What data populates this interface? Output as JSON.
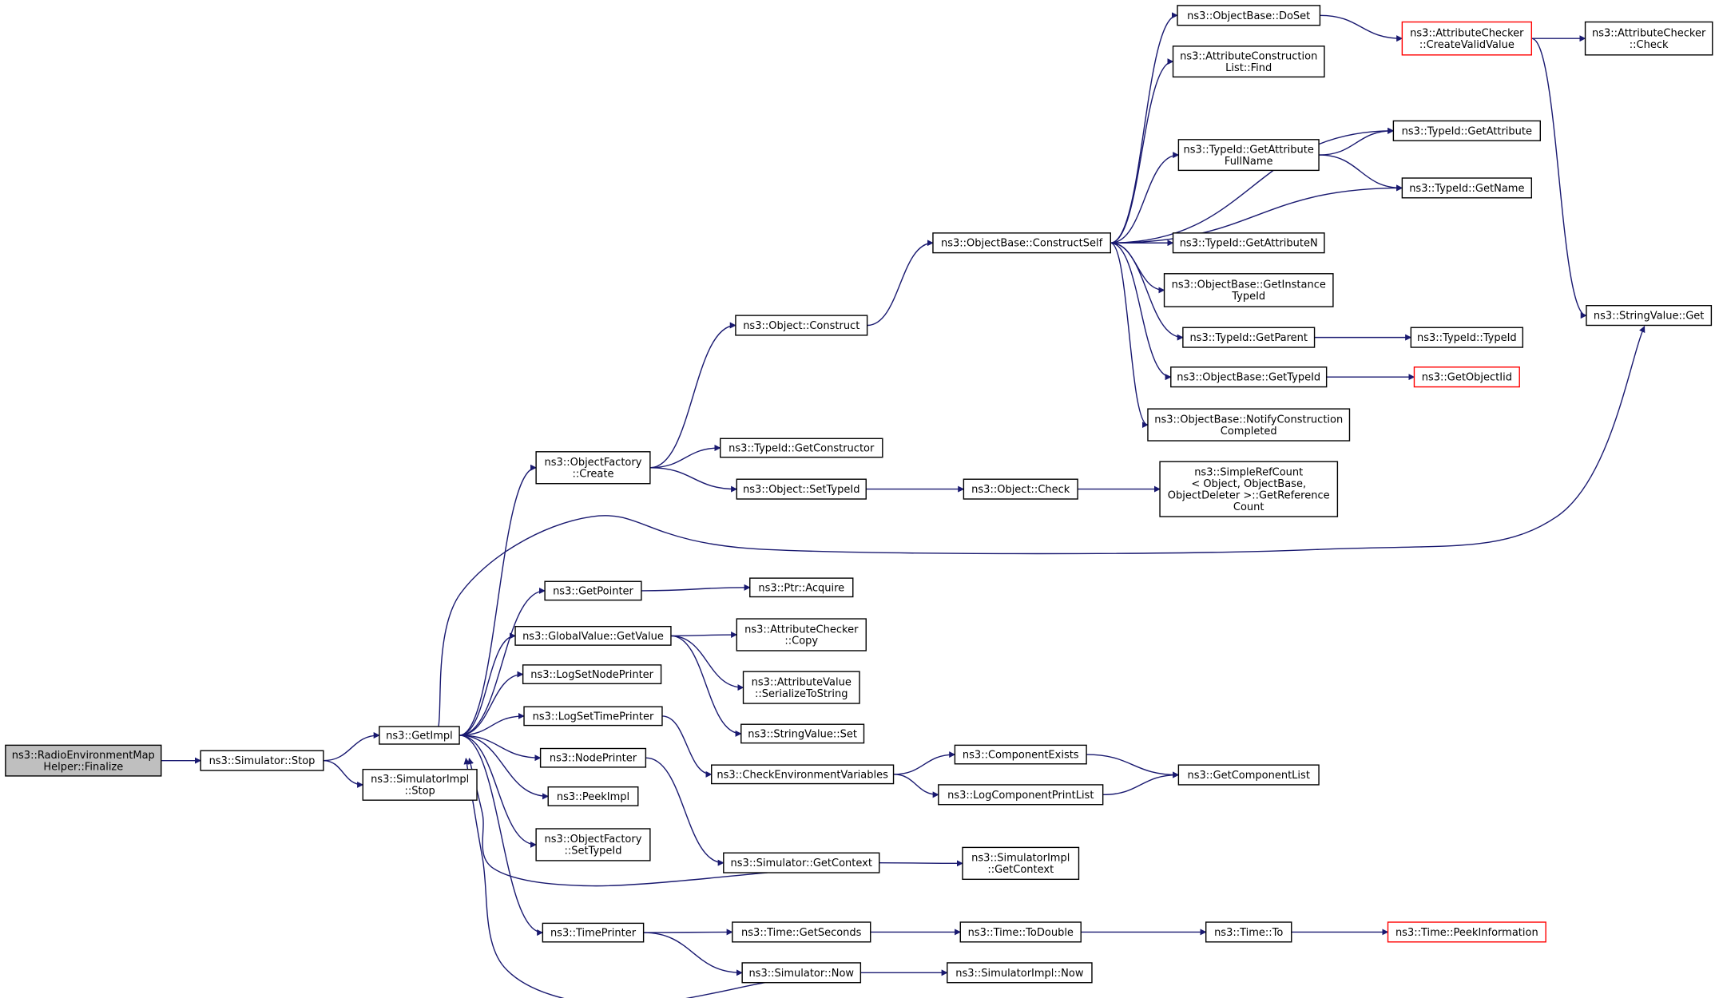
{
  "colors": {
    "edge": "#191970",
    "start_fill": "#bfbfbf",
    "border": "#000000",
    "external_border": "#ff0000"
  },
  "nodes": [
    {
      "id": "rem_finalize",
      "lines": [
        "ns3::RadioEnvironmentMap",
        "Helper::Finalize"
      ],
      "kind": "start"
    },
    {
      "id": "sim_stop",
      "lines": [
        "ns3::Simulator::Stop"
      ],
      "kind": "normal"
    },
    {
      "id": "getimpl",
      "lines": [
        "ns3::GetImpl"
      ],
      "kind": "normal"
    },
    {
      "id": "simimpl_stop",
      "lines": [
        "ns3::SimulatorImpl",
        "::Stop"
      ],
      "kind": "normal"
    },
    {
      "id": "objfactory_create",
      "lines": [
        "ns3::ObjectFactory",
        "::Create"
      ],
      "kind": "normal"
    },
    {
      "id": "getpointer",
      "lines": [
        "ns3::GetPointer"
      ],
      "kind": "normal"
    },
    {
      "id": "globalvalue_getvalue",
      "lines": [
        "ns3::GlobalValue::GetValue"
      ],
      "kind": "normal"
    },
    {
      "id": "logsetnodeprinter",
      "lines": [
        "ns3::LogSetNodePrinter"
      ],
      "kind": "normal"
    },
    {
      "id": "logsettimeprinter",
      "lines": [
        "ns3::LogSetTimePrinter"
      ],
      "kind": "normal"
    },
    {
      "id": "nodeprinter",
      "lines": [
        "ns3::NodePrinter"
      ],
      "kind": "normal"
    },
    {
      "id": "peekimpl",
      "lines": [
        "ns3::PeekImpl"
      ],
      "kind": "normal"
    },
    {
      "id": "objfactory_settypeid",
      "lines": [
        "ns3::ObjectFactory",
        "::SetTypeId"
      ],
      "kind": "normal"
    },
    {
      "id": "timeprinter",
      "lines": [
        "ns3::TimePrinter"
      ],
      "kind": "normal"
    },
    {
      "id": "object_construct",
      "lines": [
        "ns3::Object::Construct"
      ],
      "kind": "normal"
    },
    {
      "id": "typeid_getconstructor",
      "lines": [
        "ns3::TypeId::GetConstructor"
      ],
      "kind": "normal"
    },
    {
      "id": "object_settypeid",
      "lines": [
        "ns3::Object::SetTypeId"
      ],
      "kind": "normal"
    },
    {
      "id": "ptr_acquire",
      "lines": [
        "ns3::Ptr::Acquire"
      ],
      "kind": "normal"
    },
    {
      "id": "attrchecker_copy",
      "lines": [
        "ns3::AttributeChecker",
        "::Copy"
      ],
      "kind": "normal"
    },
    {
      "id": "attrvalue_serialize",
      "lines": [
        "ns3::AttributeValue",
        "::SerializeToString"
      ],
      "kind": "normal"
    },
    {
      "id": "stringvalue_set",
      "lines": [
        "ns3::StringValue::Set"
      ],
      "kind": "normal"
    },
    {
      "id": "checkenv",
      "lines": [
        "ns3::CheckEnvironmentVariables"
      ],
      "kind": "normal"
    },
    {
      "id": "sim_getcontext",
      "lines": [
        "ns3::Simulator::GetContext"
      ],
      "kind": "normal"
    },
    {
      "id": "time_getseconds",
      "lines": [
        "ns3::Time::GetSeconds"
      ],
      "kind": "normal"
    },
    {
      "id": "sim_now",
      "lines": [
        "ns3::Simulator::Now"
      ],
      "kind": "normal"
    },
    {
      "id": "objectbase_constructself",
      "lines": [
        "ns3::ObjectBase::ConstructSelf"
      ],
      "kind": "normal"
    },
    {
      "id": "object_check",
      "lines": [
        "ns3::Object::Check"
      ],
      "kind": "normal"
    },
    {
      "id": "componentexists",
      "lines": [
        "ns3::ComponentExists"
      ],
      "kind": "normal"
    },
    {
      "id": "logcomponentprintlist",
      "lines": [
        "ns3::LogComponentPrintList"
      ],
      "kind": "normal"
    },
    {
      "id": "simimpl_getcontext",
      "lines": [
        "ns3::SimulatorImpl",
        "::GetContext"
      ],
      "kind": "normal"
    },
    {
      "id": "time_todouble",
      "lines": [
        "ns3::Time::ToDouble"
      ],
      "kind": "normal"
    },
    {
      "id": "simimpl_now",
      "lines": [
        "ns3::SimulatorImpl::Now"
      ],
      "kind": "normal"
    },
    {
      "id": "objectbase_doset",
      "lines": [
        "ns3::ObjectBase::DoSet"
      ],
      "kind": "normal"
    },
    {
      "id": "attrconstructionlist_find",
      "lines": [
        "ns3::AttributeConstruction",
        "List::Find"
      ],
      "kind": "normal"
    },
    {
      "id": "typeid_getattributefullname",
      "lines": [
        "ns3::TypeId::GetAttribute",
        "FullName"
      ],
      "kind": "normal"
    },
    {
      "id": "typeid_getattributen",
      "lines": [
        "ns3::TypeId::GetAttributeN"
      ],
      "kind": "normal"
    },
    {
      "id": "objectbase_getinstancetypeid",
      "lines": [
        "ns3::ObjectBase::GetInstance",
        "TypeId"
      ],
      "kind": "normal"
    },
    {
      "id": "typeid_getparent",
      "lines": [
        "ns3::TypeId::GetParent"
      ],
      "kind": "normal"
    },
    {
      "id": "objectbase_gettypeid",
      "lines": [
        "ns3::ObjectBase::GetTypeId"
      ],
      "kind": "normal"
    },
    {
      "id": "objectbase_notifyconstruction",
      "lines": [
        "ns3::ObjectBase::NotifyConstruction",
        "Completed"
      ],
      "kind": "normal"
    },
    {
      "id": "simplerefcount",
      "lines": [
        "ns3::SimpleRefCount",
        "< Object, ObjectBase,",
        " ObjectDeleter >::GetReference",
        "Count"
      ],
      "kind": "normal"
    },
    {
      "id": "getcomponentlist",
      "lines": [
        "ns3::GetComponentList"
      ],
      "kind": "normal"
    },
    {
      "id": "time_to",
      "lines": [
        "ns3::Time::To"
      ],
      "kind": "normal"
    },
    {
      "id": "attrchecker_createvalidvalue",
      "lines": [
        "ns3::AttributeChecker",
        "::CreateValidValue"
      ],
      "kind": "red"
    },
    {
      "id": "typeid_getattribute",
      "lines": [
        "ns3::TypeId::GetAttribute"
      ],
      "kind": "normal"
    },
    {
      "id": "typeid_getname",
      "lines": [
        "ns3::TypeId::GetName"
      ],
      "kind": "normal"
    },
    {
      "id": "typeid_typeid",
      "lines": [
        "ns3::TypeId::TypeId"
      ],
      "kind": "normal"
    },
    {
      "id": "getobjectiid",
      "lines": [
        "ns3::GetObjectIid"
      ],
      "kind": "red"
    },
    {
      "id": "time_peekinformation",
      "lines": [
        "ns3::Time::PeekInformation"
      ],
      "kind": "red"
    },
    {
      "id": "attrchecker_check",
      "lines": [
        "ns3::AttributeChecker",
        "::Check"
      ],
      "kind": "normal"
    },
    {
      "id": "stringvalue_get",
      "lines": [
        "ns3::StringValue::Get"
      ],
      "kind": "normal"
    }
  ],
  "edges": [
    [
      "rem_finalize",
      "sim_stop"
    ],
    [
      "sim_stop",
      "getimpl"
    ],
    [
      "sim_stop",
      "simimpl_stop"
    ],
    [
      "getimpl",
      "objfactory_create"
    ],
    [
      "getimpl",
      "stringvalue_get"
    ],
    [
      "getimpl",
      "getpointer"
    ],
    [
      "getimpl",
      "globalvalue_getvalue"
    ],
    [
      "getimpl",
      "logsetnodeprinter"
    ],
    [
      "getimpl",
      "logsettimeprinter"
    ],
    [
      "getimpl",
      "nodeprinter"
    ],
    [
      "getimpl",
      "peekimpl"
    ],
    [
      "getimpl",
      "objfactory_settypeid"
    ],
    [
      "getimpl",
      "timeprinter"
    ],
    [
      "objfactory_create",
      "object_construct"
    ],
    [
      "objfactory_create",
      "typeid_getconstructor"
    ],
    [
      "objfactory_create",
      "object_settypeid"
    ],
    [
      "object_construct",
      "objectbase_constructself"
    ],
    [
      "object_settypeid",
      "object_check"
    ],
    [
      "object_check",
      "simplerefcount"
    ],
    [
      "objectbase_constructself",
      "objectbase_doset"
    ],
    [
      "objectbase_constructself",
      "attrconstructionlist_find"
    ],
    [
      "objectbase_constructself",
      "typeid_getattribute"
    ],
    [
      "objectbase_constructself",
      "typeid_getattributefullname"
    ],
    [
      "objectbase_constructself",
      "typeid_getname"
    ],
    [
      "objectbase_constructself",
      "typeid_getattributen"
    ],
    [
      "objectbase_constructself",
      "objectbase_getinstancetypeid"
    ],
    [
      "objectbase_constructself",
      "typeid_getparent"
    ],
    [
      "objectbase_constructself",
      "objectbase_gettypeid"
    ],
    [
      "objectbase_constructself",
      "objectbase_notifyconstruction"
    ],
    [
      "objectbase_doset",
      "attrchecker_createvalidvalue"
    ],
    [
      "attrchecker_createvalidvalue",
      "attrchecker_check"
    ],
    [
      "attrchecker_createvalidvalue",
      "stringvalue_get"
    ],
    [
      "typeid_getattributefullname",
      "typeid_getattribute"
    ],
    [
      "typeid_getattributefullname",
      "typeid_getname"
    ],
    [
      "typeid_getparent",
      "typeid_typeid"
    ],
    [
      "objectbase_gettypeid",
      "getobjectiid"
    ],
    [
      "getpointer",
      "ptr_acquire"
    ],
    [
      "globalvalue_getvalue",
      "attrchecker_copy"
    ],
    [
      "globalvalue_getvalue",
      "attrvalue_serialize"
    ],
    [
      "globalvalue_getvalue",
      "stringvalue_set"
    ],
    [
      "logsettimeprinter",
      "checkenv"
    ],
    [
      "nodeprinter",
      "sim_getcontext"
    ],
    [
      "checkenv",
      "componentexists"
    ],
    [
      "checkenv",
      "logcomponentprintlist"
    ],
    [
      "componentexists",
      "getcomponentlist"
    ],
    [
      "logcomponentprintlist",
      "getcomponentlist"
    ],
    [
      "sim_getcontext",
      "simimpl_getcontext"
    ],
    [
      "sim_getcontext",
      "getimpl"
    ],
    [
      "timeprinter",
      "time_getseconds"
    ],
    [
      "timeprinter",
      "sim_now"
    ],
    [
      "time_getseconds",
      "time_todouble"
    ],
    [
      "time_todouble",
      "time_to"
    ],
    [
      "time_to",
      "time_peekinformation"
    ],
    [
      "sim_now",
      "simimpl_now"
    ],
    [
      "sim_now",
      "getimpl"
    ]
  ]
}
